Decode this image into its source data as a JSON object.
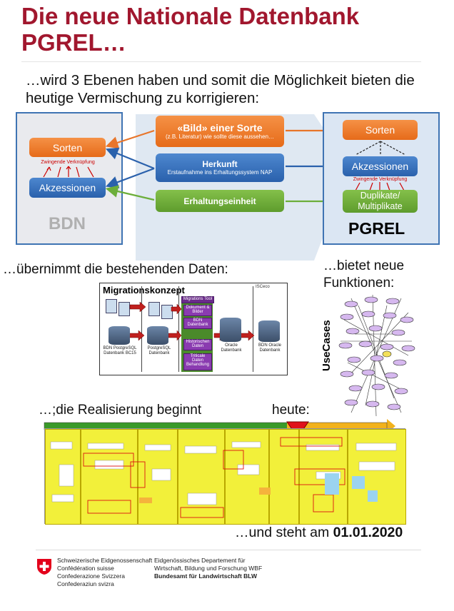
{
  "title": "Die neue Nationale Datenbank PGREL…",
  "intro": "…wird 3 Ebenen haben und somit die Möglichkeit bieten die heutige Vermischung zu korrigieren:",
  "colors": {
    "title": "#a1172e",
    "orange": "#e8752a",
    "blue": "#3a72bf",
    "green": "#6cae3a"
  },
  "bdn": {
    "label": "BDN",
    "sorten": "Sorten",
    "link": "Zwingende Verknüpfung",
    "akzessionen": "Akzessionen"
  },
  "center": {
    "bild_title": "«Bild» einer Sorte",
    "bild_sub": "(z.B. Literatur) wie sollte diese aussehen…",
    "herkunft_title": "Herkunft",
    "herkunft_sub": "Erstaufnahme ins Erhaltungssystem NAP",
    "erhaltung": "Erhaltungseinheit"
  },
  "pgrel": {
    "label": "PGREL",
    "sorten": "Sorten",
    "akzessionen": "Akzessionen",
    "link": "Zwingende Verknüpfung",
    "duplikate": "Duplikate/ Multiplikate"
  },
  "section_data": "…übernimmt die bestehenden Daten:",
  "section_functions": "…bietet neue Funktionen:",
  "migration": {
    "title": "Migrationskonzept",
    "tool": "Migrations Tool",
    "items": [
      "Dokument & Bilder",
      "BDN Datenbank",
      "Historischen Daten",
      "Triticale Daten Behandlung"
    ],
    "db1": "BDN PostgreSQL Datenbank BC15",
    "db2": "PostgreSQL Datenbank",
    "db3": "Oracle Datenbank",
    "db4": "BDN Oracle Datenbank",
    "logo": "ISCeco"
  },
  "usecases_label": "UseCases",
  "realisierung": "…;die Realisierung beginnt",
  "heute": "heute:",
  "steht": "…und steht am ",
  "date": "01.01.2020",
  "footer": {
    "left": [
      "Schweizerische Eidgenossenschaft",
      "Confédération suisse",
      "Confederazione Svizzera",
      "Confederaziun svizra"
    ],
    "right": [
      "Eidgenössisches Departement für",
      "Wirtschaft, Bildung und Forschung WBF",
      "Bundesamt für Landwirtschaft BLW"
    ]
  }
}
